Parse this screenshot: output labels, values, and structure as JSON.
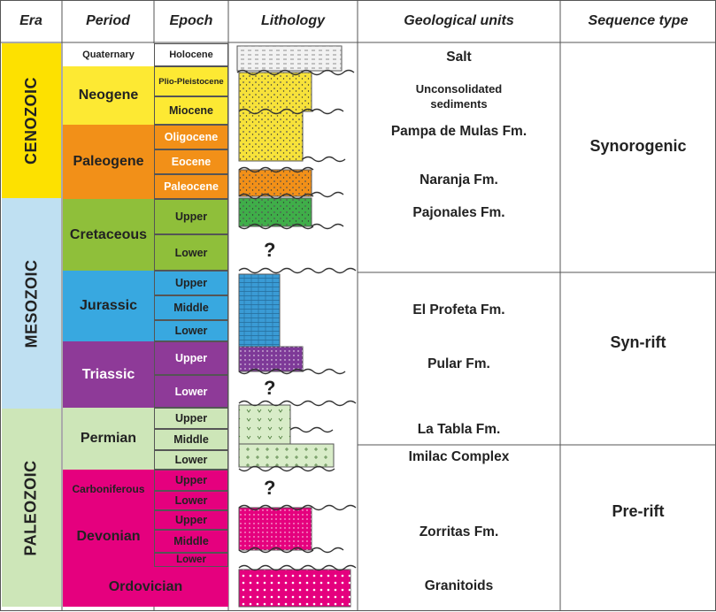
{
  "headers": {
    "era": "Era",
    "period": "Period",
    "epoch": "Epoch",
    "lithology": "Lithology",
    "units": "Geological units",
    "sequence": "Sequence type"
  },
  "eras": [
    {
      "name": "CENOZOIC",
      "color": "#fde100"
    },
    {
      "name": "MESOZOIC",
      "color": "#bfe0f2"
    },
    {
      "name": "PALEOZOIC",
      "color": "#cde6b8"
    }
  ],
  "periods": [
    {
      "name": "Quaternary",
      "color": "#ffffff"
    },
    {
      "name": "Neogene",
      "color": "#fde933"
    },
    {
      "name": "Paleogene",
      "color": "#f29018"
    },
    {
      "name": "Cretaceous",
      "color": "#8fbf3a"
    },
    {
      "name": "Jurassic",
      "color": "#38a8e0"
    },
    {
      "name": "Triassic",
      "color": "#8e3a98"
    },
    {
      "name": "Permian",
      "color": "#cde6b8"
    },
    {
      "name": "Carboniferous",
      "color": "#e5007e"
    },
    {
      "name": "Devonian",
      "color": "#e5007e"
    },
    {
      "name": "Ordovician",
      "color": "#e5007e"
    }
  ],
  "epochs": [
    "Holocene",
    "Plio-Pleistocene",
    "Miocene",
    "Oligocene",
    "Eocene",
    "Paleocene",
    "Upper",
    "Lower",
    "Upper",
    "Middle",
    "Lower",
    "Upper",
    "Lower",
    "Upper",
    "Middle",
    "Lower",
    "Upper",
    "Lower",
    "Upper",
    "Middle",
    "Lower"
  ],
  "units": [
    "Salt",
    "Unconsolidated",
    "sediments",
    "Pampa de Mulas Fm.",
    "Naranja Fm.",
    "Pajonales Fm.",
    "El Profeta Fm.",
    "Pular Fm.",
    "La Tabla Fm.",
    "Imilac Complex",
    "Zorritas Fm.",
    "Granitoids"
  ],
  "sequences": [
    "Synorogenic",
    "Syn-rift",
    "Pre-rift"
  ],
  "gaps": [
    "?",
    "?",
    "?"
  ],
  "lith_colors": {
    "salt": "#f2f2f2",
    "yellow": "#f7e23a",
    "orange": "#f29018",
    "green": "#3fae49",
    "blue": "#3a9bd5",
    "purple": "#7e3a98",
    "palegreen": "#d8ecc8",
    "magenta": "#e5007e"
  }
}
